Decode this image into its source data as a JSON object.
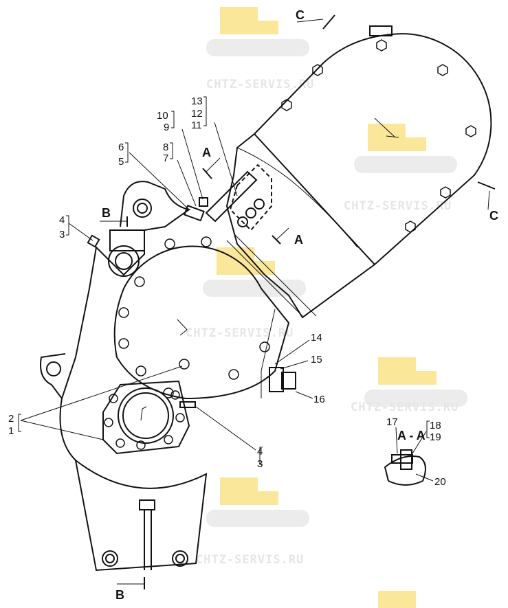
{
  "watermark": {
    "text": "CHTZ-SERVIS.RU",
    "color": "#fbe79a"
  },
  "sections": {
    "c_top": "C",
    "c_right": "C",
    "a_top": "A",
    "a_bottom": "A",
    "b_top": "B",
    "b_bottom": "B",
    "aa_title": "A - A"
  },
  "callouts": {
    "n1": "1",
    "n2": "2",
    "n3a": "3",
    "n4a": "4",
    "n3b": "3",
    "n4b": "4",
    "n5": "5",
    "n6": "6",
    "n7": "7",
    "n8": "8",
    "n9": "9",
    "n10": "10",
    "n11": "11",
    "n12": "12",
    "n13": "13",
    "n14": "14",
    "n15": "15",
    "n16": "16",
    "n17": "17",
    "n18": "18",
    "n19": "19",
    "n20": "20"
  }
}
